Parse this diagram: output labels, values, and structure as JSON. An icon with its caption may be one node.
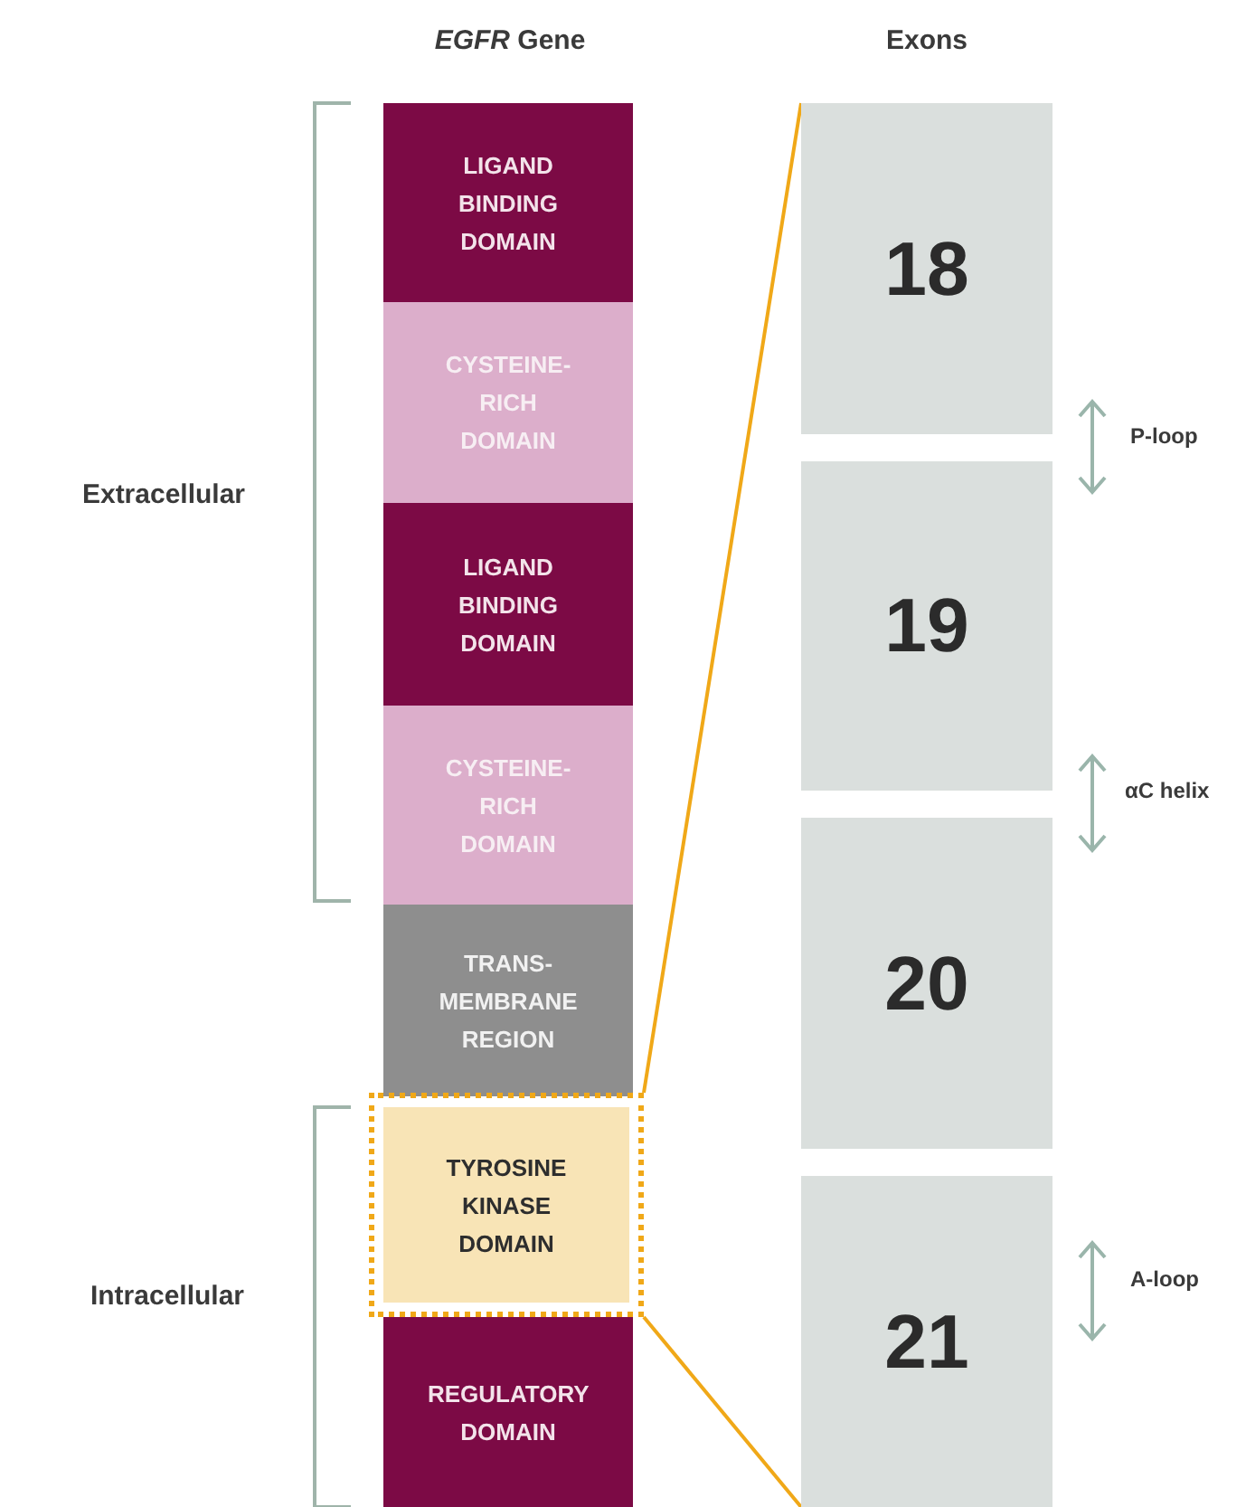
{
  "diagram": {
    "nodes": [
      {
        "text": [
          "LIGAND BINDING DOMAIN"
        ]
      },
      {
        "text": [
          "CYSTEINE- RICH DOMAIN"
        ]
      },
      {
        "text": [
          "LIGAND BINDING DOMAIN"
        ]
      },
      {
        "text": [
          "CYSTEINE- RICH DOMAIN"
        ]
      },
      {
        "text": [
          "TRANS- MEMBRANE REGION"
        ]
      },
      {
        "text": [
          "TYROSINE KINASE DOMAIN"
        ]
      },
      {
        "text": [
          "REGULATORY DOMAIN"
        ]
      },
      {
        "text": [
          "18"
        ]
      },
      {
        "text": [
          "19"
        ]
      },
      {
        "text": [
          "20"
        ]
      },
      {
        "text": [
          "21"
        ]
      }
    ],
    "edges": [
      {
        "from": 5,
        "to": 7,
        "arrow": "none",
        "color": "#f0a818"
      },
      {
        "from": 5,
        "to": 10,
        "arrow": "none",
        "color": "#f0a818"
      }
    ],
    "labels": [
      "*EGFR* Gene",
      "Exons",
      "Extracellular",
      "Intracellular",
      "P-loop",
      "αC helix",
      "A-loop"
    ]
  }
}
